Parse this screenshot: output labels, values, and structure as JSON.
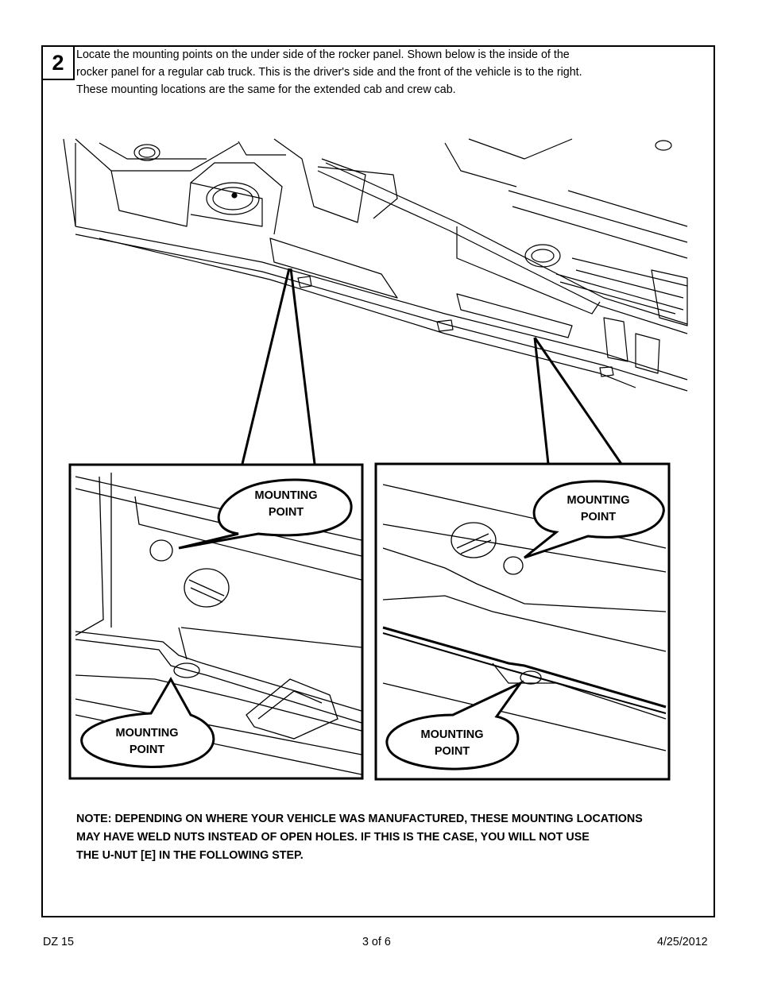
{
  "step": {
    "number": "2"
  },
  "instructions": {
    "lines": [
      "Locate the mounting points on the under side of the rocker panel.  Shown below is the inside of the",
      "rocker panel for a regular cab truck.  This is the driver's side and the front of the vehicle is to the right.",
      "These mounting locations are the same for the extended cab and crew cab."
    ]
  },
  "callouts": {
    "left_top": [
      "MOUNTING",
      "POINT"
    ],
    "left_bottom": [
      "MOUNTING",
      "POINT"
    ],
    "right_top": [
      "MOUNTING",
      "POINT"
    ],
    "right_bottom": [
      "MOUNTING",
      "POINT"
    ]
  },
  "note": {
    "lines": [
      "NOTE: DEPENDING ON WHERE YOUR VEHICLE WAS MANUFACTURED, THESE MOUNTING LOCATIONS",
      "MAY HAVE WELD NUTS INSTEAD OF OPEN HOLES.  IF THIS IS THE CASE, YOU WILL NOT USE",
      "THE U-NUT [E] IN THE FOLLOWING STEP."
    ]
  },
  "footer": {
    "doc_id": "DZ 15",
    "page": "3 of 6",
    "date": "4/25/2012"
  }
}
